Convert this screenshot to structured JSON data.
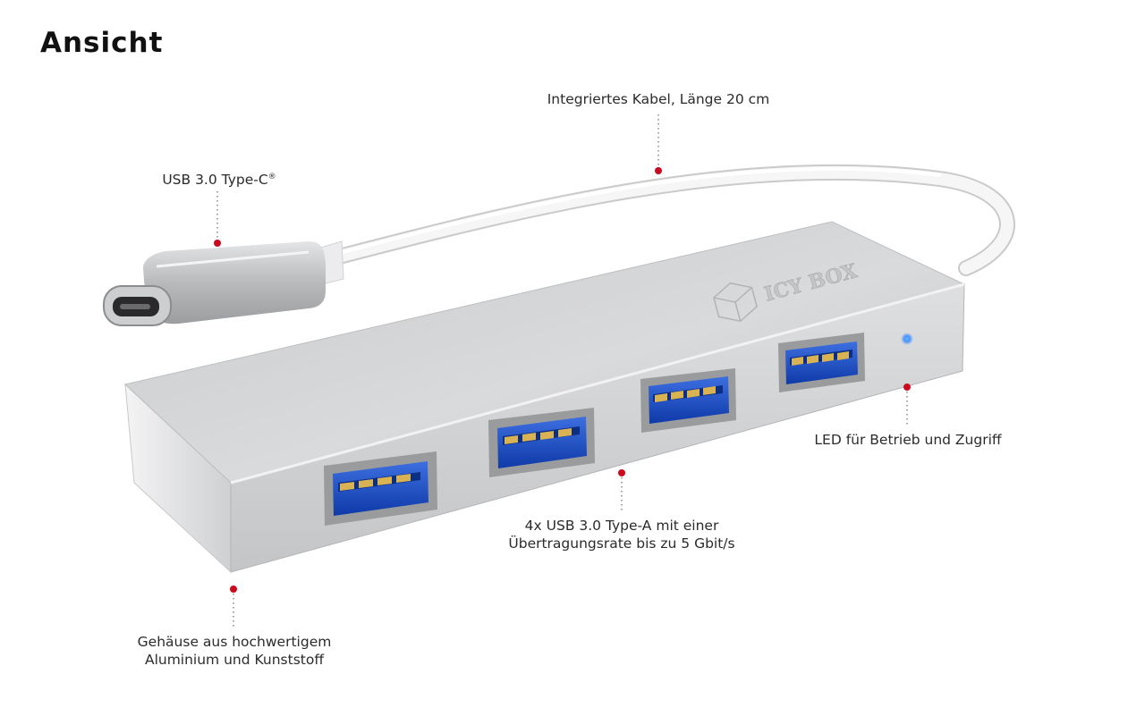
{
  "title": "Ansicht",
  "callouts": {
    "cable": {
      "text": "Integriertes Kabel, Länge 20 cm"
    },
    "typec": {
      "text": "USB 3.0 Type-C",
      "mark": "®"
    },
    "led": {
      "text": "LED für Betrieb und Zugriff"
    },
    "ports": {
      "line1": "4x USB 3.0 Type-A mit einer",
      "line2": "Übertragungsrate bis zu 5 Gbit/s"
    },
    "housing": {
      "line1": "Gehäuse aus hochwertigem",
      "line2": "Aluminium und Kunststoff"
    }
  },
  "product": {
    "brand": "ICY BOX",
    "port_count": 4
  },
  "colors": {
    "marker": "#cc0a1e",
    "port_blue": "#1a52c8",
    "aluminium": "#d3d4d6",
    "led": "#3f8cff"
  }
}
